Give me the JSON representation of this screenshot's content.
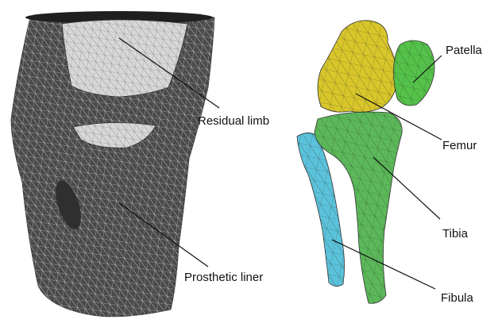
{
  "labels": {
    "residual_limb": "Residual limb",
    "prosthetic_liner": "Prosthetic liner",
    "patella": "Patella",
    "femur": "Femur",
    "tibia": "Tibia",
    "fibula": "Fibula"
  },
  "colors": {
    "liner": "#4a4a4a",
    "limb": "#d8d8d8",
    "femur": "#d9c62b",
    "patella": "#55c24a",
    "tibia": "#5cb85a",
    "fibula": "#5bc2dc",
    "mesh_line": "#ffffff"
  }
}
